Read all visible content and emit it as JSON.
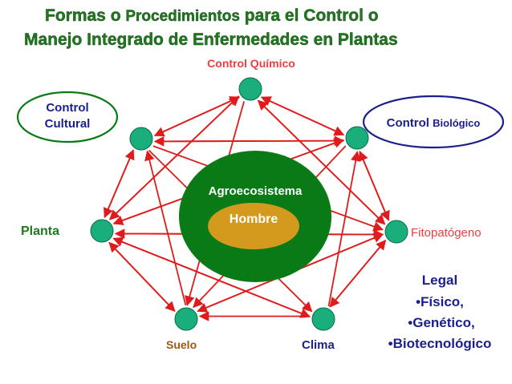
{
  "title": {
    "line1_part1": "Formas o ",
    "line1_part2": "Procedimientos",
    "line1_part3": "  para el Control o",
    "line2": "Manejo Integrado de Enfermedades en Plantas"
  },
  "nodes": {
    "control_quimico": "Control Químico",
    "control_cultural_line1": "Control",
    "control_cultural_line2": "Cultural",
    "control_biologico_part1": "Control ",
    "control_biologico_part2": "Biológico",
    "planta": "Planta",
    "fitopatogeno": "Fitopatógeno",
    "suelo": "Suelo",
    "clima": "Clima"
  },
  "center": {
    "outer": "Agroecosistema",
    "inner": "Hombre"
  },
  "methods": {
    "heading": "Legal",
    "items": [
      "•Físico,",
      "•Genético,",
      "•Biotecnológico"
    ]
  },
  "colors": {
    "node_fill": "#1aae7d",
    "arrow": "#e01b1b",
    "outer_ellipse": "#0a7a16",
    "inner_ellipse": "#d39a1e",
    "red_label": "#e84040",
    "navy": "#1a1f8c",
    "brown": "#a0570f",
    "title_green": "#1f7a1f"
  }
}
